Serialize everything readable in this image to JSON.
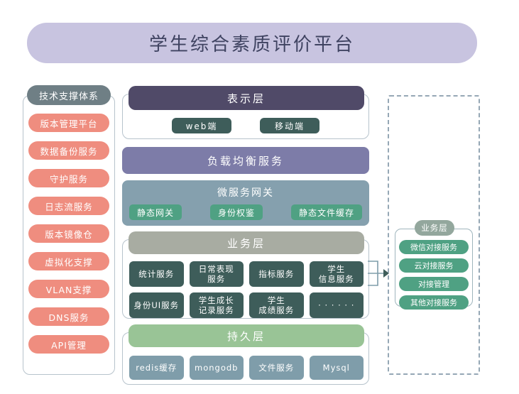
{
  "title": {
    "text": "学生综合素质评价平台"
  },
  "support_column": {
    "header": "技术支撑体系",
    "items": [
      {
        "label": "版本管理平台"
      },
      {
        "label": "数据备份服务"
      },
      {
        "label": "守护服务"
      },
      {
        "label": "日志流服务"
      },
      {
        "label": "版本镜像仓"
      },
      {
        "label": "虚拟化支撑"
      },
      {
        "label": "VLAN支撑"
      },
      {
        "label": "DNS服务"
      },
      {
        "label": "API管理"
      }
    ]
  },
  "presentation_layer": {
    "header": "表示层",
    "clients": [
      {
        "label": "web端"
      },
      {
        "label": "移动端"
      }
    ]
  },
  "load_balancer": {
    "label": "负载均衡服务"
  },
  "gateway": {
    "title": "微服务网关",
    "features": [
      {
        "label": "静态网关"
      },
      {
        "label": "身份权鉴"
      },
      {
        "label": "静态文件缓存"
      }
    ]
  },
  "business_layer": {
    "header": "业务层",
    "services": [
      {
        "label": "统计服务"
      },
      {
        "label": "日常表现\n服务"
      },
      {
        "label": "指标服务"
      },
      {
        "label": "学生\n信息服务"
      },
      {
        "label": "身份UI服务"
      },
      {
        "label": "学生成长\n记录服务"
      },
      {
        "label": "学生\n成绩服务"
      },
      {
        "label": "· · · · · ·"
      }
    ]
  },
  "persistence_layer": {
    "header": "持久层",
    "stores": [
      {
        "label": "redis缓存"
      },
      {
        "label": "mongodb"
      },
      {
        "label": "文件服务"
      },
      {
        "label": "Mysql"
      }
    ]
  },
  "integration_zone": {
    "header": "业务层",
    "items": [
      {
        "label": "微信对接服务"
      },
      {
        "label": "云对接服务"
      },
      {
        "label": "对接管理"
      },
      {
        "label": "其他对接服务"
      }
    ]
  },
  "colors": {
    "title_banner": "#c8c4e0",
    "title_text": "#3f4361",
    "support_header": "#6f7f85",
    "support_pill": "#ef8d7f",
    "presentation_header": "#504a68",
    "teal_pill": "#3e5d5a",
    "load_balancer": "#7d7ca8",
    "gateway_box": "#85a0ae",
    "green_pill": "#4fa183",
    "business_header": "#a8aca2",
    "business_cell": "#3e5d5a",
    "persistence_header": "#99c496",
    "persistence_cell": "#7f9daa",
    "card_border": "#b7c3cc",
    "dashed_border": "#95a7b5"
  }
}
